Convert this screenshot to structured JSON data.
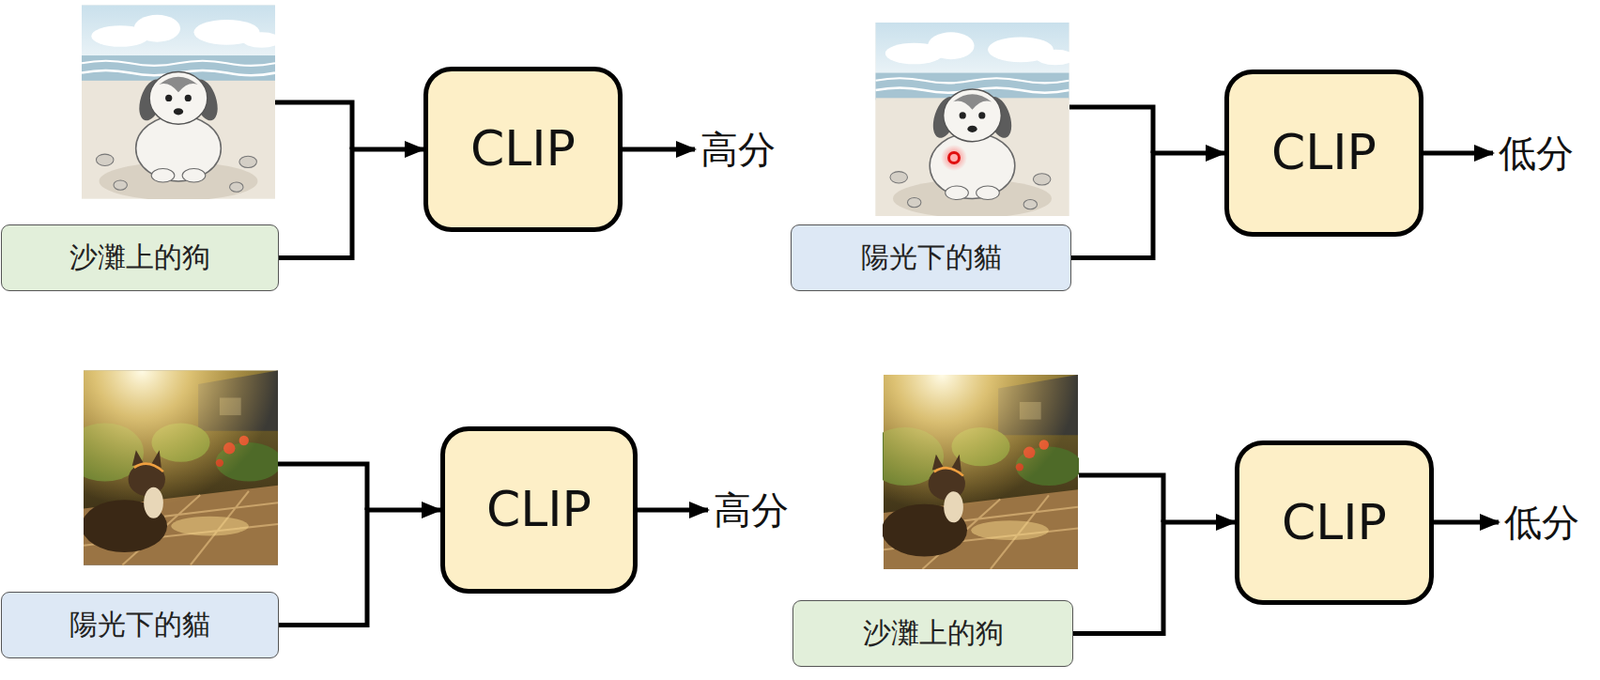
{
  "diagram": {
    "nodes": [
      {
        "text": [
          "沙灘上的狗"
        ]
      },
      {
        "text": [
          "CLIP"
        ]
      },
      {
        "text": [
          "陽光下的貓"
        ]
      },
      {
        "text": [
          "CLIP"
        ]
      },
      {
        "text": [
          "陽光下的貓"
        ]
      },
      {
        "text": [
          "CLIP"
        ]
      },
      {
        "text": [
          "沙灘上的狗"
        ]
      },
      {
        "text": [
          "CLIP"
        ]
      }
    ],
    "edges": [
      {
        "from": 0,
        "to": 1,
        "arrow": "to"
      },
      {
        "from": 2,
        "to": 3,
        "arrow": "to"
      },
      {
        "from": 4,
        "to": 5,
        "arrow": "to"
      },
      {
        "from": 6,
        "to": 7,
        "arrow": "to"
      }
    ],
    "labels": [
      "高分",
      "低分",
      "高分",
      "低分"
    ]
  }
}
